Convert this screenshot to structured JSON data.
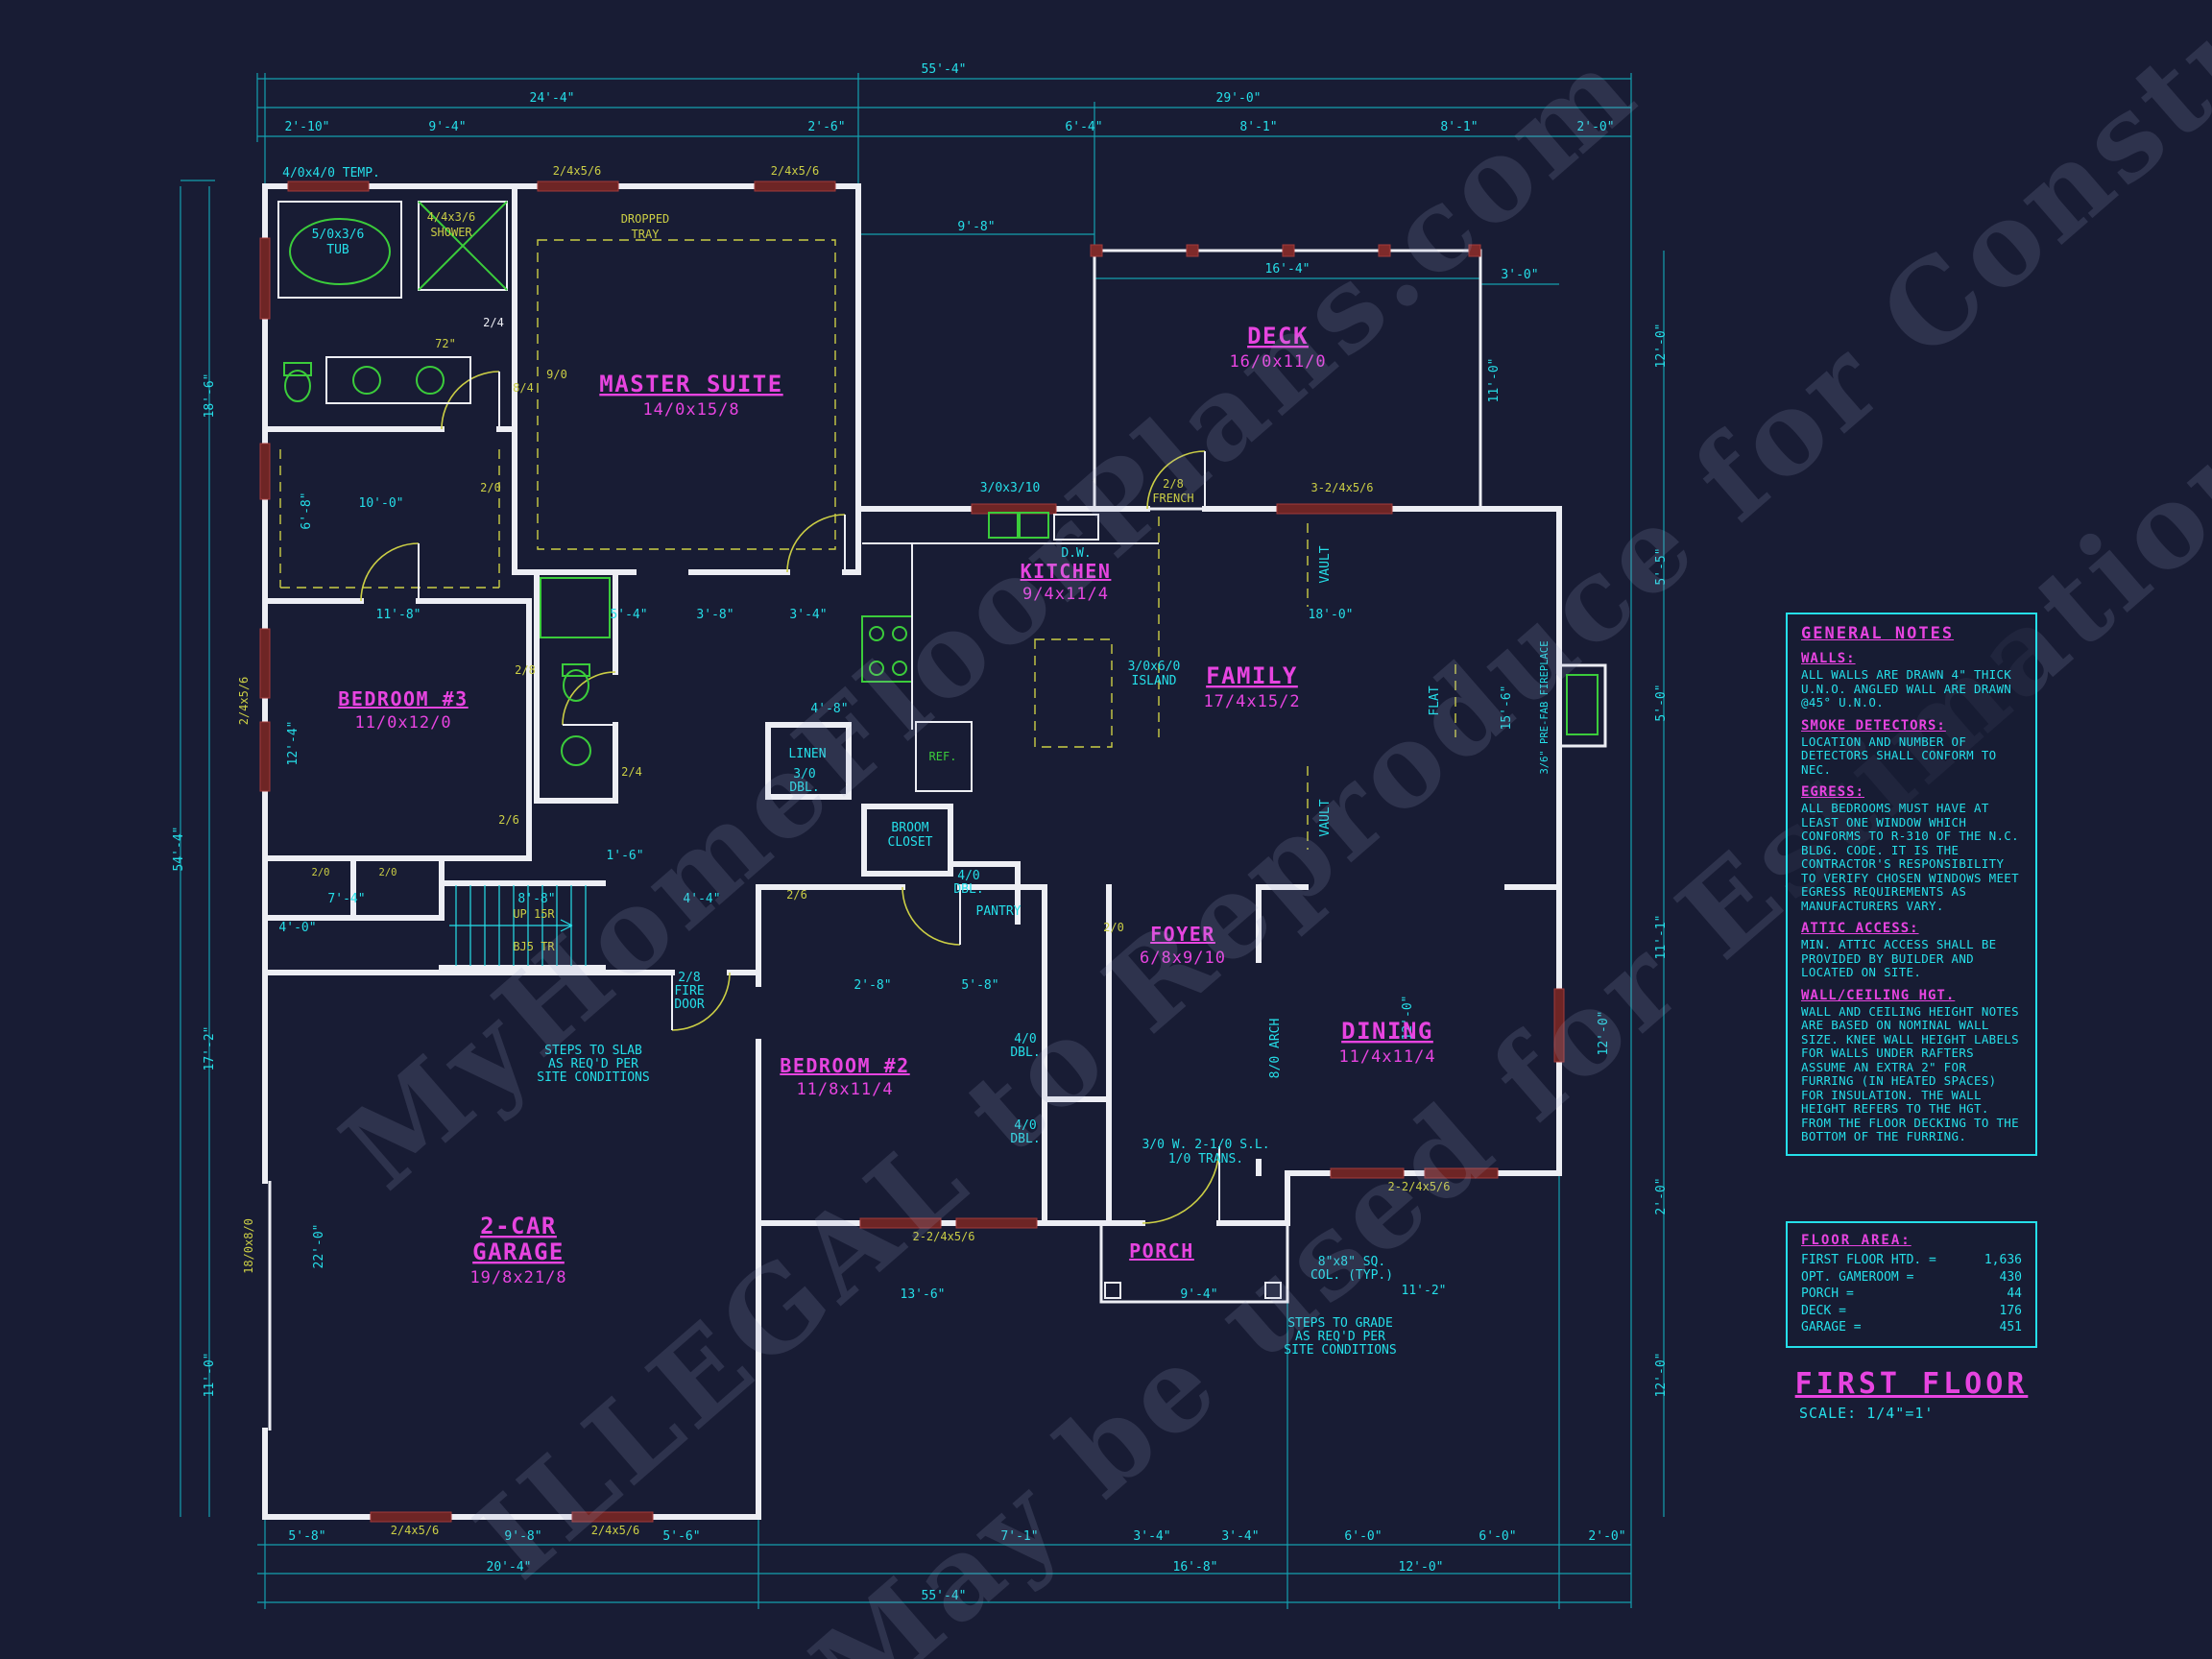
{
  "title_block": {
    "title": "FIRST FLOOR",
    "scale": "SCALE: 1/4\"=1'"
  },
  "watermark": {
    "line1": "MyHomeFloorPlans.com",
    "line2": "ILLEGAL to Reproduce for Construction",
    "line3": "May be used for Estimations"
  },
  "rooms": {
    "master": {
      "name": "MASTER SUITE",
      "size": "14/0x15/8"
    },
    "deck": {
      "name": "DECK",
      "size": "16/0x11/0"
    },
    "kitchen": {
      "name": "KITCHEN",
      "size": "9/4x11/4"
    },
    "family": {
      "name": "FAMILY",
      "size": "17/4x15/2"
    },
    "bed3": {
      "name": "BEDROOM #3",
      "size": "11/0x12/0"
    },
    "bed2": {
      "name": "BEDROOM #2",
      "size": "11/8x11/4"
    },
    "foyer": {
      "name": "FOYER",
      "size": "6/8x9/10"
    },
    "dining": {
      "name": "DINING",
      "size": "11/4x11/4"
    },
    "garage": {
      "line1": "2-CAR",
      "line2": "GARAGE",
      "size": "19/8x21/8"
    },
    "porch": {
      "name": "PORCH"
    }
  },
  "dims": {
    "top": [
      "55'-4\"",
      "24'-4\"",
      "29'-0\"",
      "2'-10\"",
      "9'-4\"",
      "2'-6\"",
      "6'-4\"",
      "8'-1\"",
      "8'-1\"",
      "2'-0\"",
      "9'-8\"",
      "16'-4\"",
      "3'-0\""
    ],
    "left": [
      "18'-6\"",
      "54'-4\"",
      "12'-4\"",
      "6'-8\"",
      "10'-0\"",
      "17'-2\"",
      "11'-0\"",
      "22'-0\"",
      "18/0x8/0"
    ],
    "right": [
      "11'-0\"",
      "12'-0\"",
      "5'-5\"",
      "5'-0\"",
      "15'-6\"",
      "11'-1\"",
      "12'-0\"",
      "2'-0\"",
      "12'-0\""
    ],
    "bottom": [
      "5'-8\"",
      "9'-8\"",
      "5'-6\"",
      "7'-1\"",
      "3'-4\"",
      "3'-4\"",
      "6'-0\"",
      "6'-0\"",
      "2'-0\"",
      "20'-4\"",
      "16'-8\"",
      "12'-0\"",
      "55'-4\"",
      "13'-6\"",
      "9'-4\"",
      "11'-2\""
    ],
    "inner": [
      "11'-8\"",
      "5'-4\"",
      "3'-8\"",
      "3'-4\"",
      "18'-0\"",
      "4'-8\"",
      "8'-8\"",
      "7'-4\"",
      "4'-4\"",
      "1'-6\"",
      "2'-8\"",
      "5'-8\"",
      "12'-0\"",
      "4'-0\""
    ]
  },
  "ann": [
    "4/0x4/0 TEMP.",
    "5/0x3/6",
    "TUB",
    "4/4x3/6",
    "SHOWER",
    "2/4x5/6",
    "2/4x5/6",
    "DROPPED",
    "TRAY",
    "72\"",
    "8/4",
    "9/0",
    "2/4",
    "2/0",
    "2/8",
    "3/0x3/10",
    "D.W.",
    "2/8",
    "FRENCH",
    "3-2/4x5/6",
    "VAULT",
    "VAULT",
    "FLAT",
    "3/6\" PRE-FAB FIREPLACE",
    "3/0x6/0",
    "ISLAND",
    "REF.",
    "LINEN",
    "3/0",
    "DBL.",
    "BROOM",
    "CLOSET",
    "4/0",
    "DBL.",
    "PANTRY",
    "2/6",
    "2/0",
    "8/0 ARCH",
    "4/0",
    "DBL.",
    "4/0",
    "DBL.",
    "3/0 W. 2-1/0 S.L.",
    "1/0 TRANS.",
    "2/8",
    "FIRE",
    "DOOR",
    "STEPS TO SLAB",
    "AS REQ'D PER",
    "SITE CONDITIONS",
    "STEPS TO GRADE",
    "AS REQ'D PER",
    "SITE CONDITIONS",
    "8\"x8\" SQ.",
    "COL. (TYP.)",
    "2-2/4x5/6",
    "2-2/4x5/6",
    "2/4x5/6",
    "2/4x5/6",
    "UP 15R",
    "BJ5 TR",
    "2/0",
    "2/0",
    "2/6",
    "2/4",
    "2/4x5/6"
  ],
  "notes": {
    "title": "GENERAL NOTES",
    "sections": [
      {
        "heading": "WALLS:",
        "body": "ALL WALLS ARE DRAWN 4\" THICK U.N.O. ANGLED WALL ARE DRAWN @45° U.N.O."
      },
      {
        "heading": "SMOKE DETECTORS:",
        "body": "LOCATION AND NUMBER OF DETECTORS SHALL CONFORM TO NEC."
      },
      {
        "heading": "EGRESS:",
        "body": "ALL BEDROOMS MUST HAVE AT LEAST ONE WINDOW WHICH CONFORMS TO R-310 OF THE N.C. BLDG. CODE. IT IS THE CONTRACTOR'S RESPONSIBILITY TO VERIFY CHOSEN WINDOWS MEET EGRESS REQUIREMENTS AS MANUFACTURERS VARY."
      },
      {
        "heading": "ATTIC ACCESS:",
        "body": "MIN. ATTIC ACCESS SHALL BE PROVIDED BY BUILDER AND LOCATED ON SITE."
      },
      {
        "heading": "WALL/CEILING HGT.",
        "body": "WALL AND CEILING HEIGHT NOTES ARE BASED ON NOMINAL WALL SIZE. KNEE WALL HEIGHT LABELS FOR WALLS UNDER RAFTERS ASSUME AN EXTRA 2\" FOR FURRING (IN HEATED SPACES) FOR INSULATION. THE WALL HEIGHT REFERS TO THE HGT. FROM THE FLOOR DECKING TO THE BOTTOM OF THE FURRING."
      }
    ]
  },
  "floor_area": {
    "title": "FLOOR AREA:",
    "rows": [
      {
        "label": "FIRST FLOOR HTD. =",
        "value": "1,636"
      },
      {
        "label": "OPT. GAMEROOM =",
        "value": "430"
      },
      {
        "label": "PORCH =",
        "value": "44"
      },
      {
        "label": "DECK =",
        "value": "176"
      },
      {
        "label": "GARAGE =",
        "value": "451"
      }
    ]
  },
  "colors": {
    "background": "#181c34",
    "cyan": "#25dfe9",
    "magenta": "#e744e0",
    "yellow": "#cbce45",
    "green": "#3bcc3b",
    "wall": "#edeef4",
    "window": "#6e2525"
  }
}
